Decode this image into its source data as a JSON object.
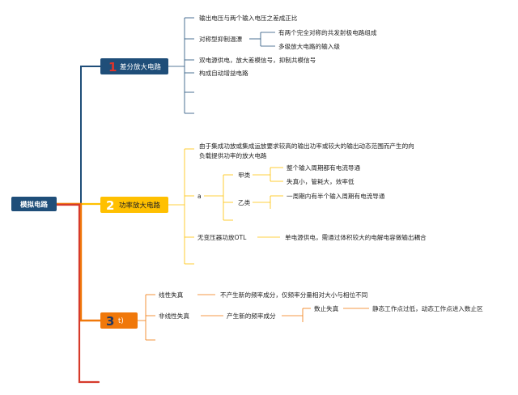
{
  "root": {
    "label": "模拟电路"
  },
  "branches": [
    {
      "number": "1",
      "label": "差分放大电路",
      "colors": {
        "box": "#1f4e79",
        "number": "#e0342a",
        "text": "#ffffff",
        "line": "#1f4e79"
      },
      "items": [
        {
          "text": "输出电压与两个输入电压之差成正比"
        },
        {
          "text": "对称型抑制温漂",
          "children": [
            {
              "text": "有两个完全对称的共发射极电路组成"
            },
            {
              "text": "多级放大电路的输入级"
            }
          ]
        },
        {
          "text": "双电源供电，放大差模信号，抑制共模信号"
        },
        {
          "text": "构成自动增益电路"
        },
        {
          "text": ""
        },
        {
          "text": ""
        }
      ]
    },
    {
      "number": "2",
      "label": "功率放大电路",
      "colors": {
        "box": "#ffc000",
        "number": "#ffffff",
        "text": "#222222",
        "line": "#ffc000"
      },
      "items": [
        {
          "text": "由于集成功放或集成运放要求较高的输出功率或较大的输出动态范围而产生的向",
          "text2": "负载提供功率的放大电路"
        },
        {
          "text": "a",
          "children": [
            {
              "text": "甲类",
              "children": [
                {
                  "text": "整个输入周期都有电流导通"
                },
                {
                  "text": "失真小，管耗大，效率低"
                }
              ]
            },
            {
              "text": "乙类",
              "children": [
                {
                  "text": "一周期内有半个输入周期有电流导通"
                }
              ]
            }
          ]
        },
        {
          "text": "无变压器功放OTL",
          "children": [
            {
              "text": "单电源供电，需通过体积较大的电解电容做输出耦合"
            }
          ]
        },
        {
          "text": ""
        }
      ]
    },
    {
      "number": "3",
      "label": "t)",
      "colors": {
        "box": "#f0780a",
        "number": "#1f3864",
        "text": "#ffffff",
        "line": "#f0780a"
      },
      "items": [
        {
          "text": "线性失真",
          "children": [
            {
              "text": "不产生新的频率成分，仅频率分量相对大小与相位不同"
            }
          ]
        },
        {
          "text": "非线性失真",
          "children": [
            {
              "text": "产生新的频率成分",
              "children": [
                {
                  "text": "数止失真",
                  "children": [
                    {
                      "text": "静态工作点过低，动态工作点进入数止区"
                    }
                  ]
                }
              ]
            }
          ]
        },
        {
          "text": ""
        }
      ]
    },
    {
      "number": "",
      "label": "",
      "colors": {
        "line": "#d63a2b"
      },
      "items": []
    }
  ],
  "colors": {
    "root_box": "#1f4e79",
    "trunk_red": "#d63a2b"
  }
}
